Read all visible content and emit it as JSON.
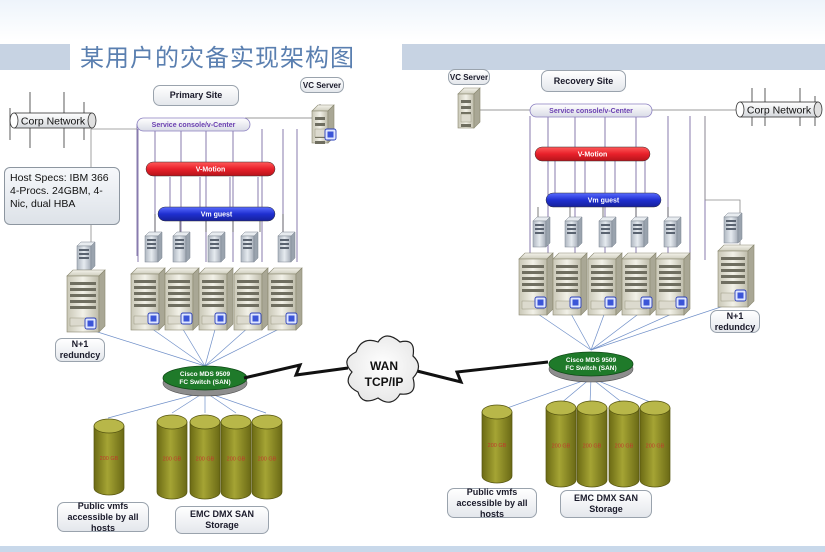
{
  "title": "某用户的灾备实现架构图",
  "primary": {
    "site_label": "Primary Site",
    "vc_server_label": "VC Server",
    "corp_network_label": "Corp Network",
    "service_console_label": "Service console/v-Center",
    "vmotion_label": "V-Motion",
    "vm_guest_label": "Vm guest",
    "host_specs": "Host Specs: IBM 366 4-Procs. 24GBM, 4-Nic, dual HBA",
    "n1_label": "N+1 redundcy",
    "switch_label_1": "Cisco MDS 9509",
    "switch_label_2": "FC Switch (SAN)",
    "public_vmfs_label": "Public vmfs accessible by all hosts",
    "emc_label": "EMC DMX SAN Storage",
    "disk_labels": [
      "200 GB",
      "200 GB",
      "200 GB",
      "200 GB",
      "200 GB"
    ]
  },
  "wan": {
    "line1": "WAN",
    "line2": "TCP/IP"
  },
  "recovery": {
    "site_label": "Recovery Site",
    "vc_server_label": "VC Server",
    "corp_network_label": "Corp Network",
    "service_console_label": "Service console/v-Center",
    "vmotion_label": "V-Motion",
    "vm_guest_label": "Vm guest",
    "n1_label": "N+1 redundcy",
    "switch_label_1": "Cisco MDS 9509",
    "switch_label_2": "FC Switch (SAN)",
    "public_vmfs_label": "Public vmfs accessible by all hosts",
    "emc_label": "EMC DMX SAN Storage",
    "disk_labels": [
      "200 GB",
      "200 GB",
      "200 GB",
      "200 GB",
      "200 GB"
    ]
  },
  "colors": {
    "vmotion": "#e8202a",
    "vm_guest": "#1f2fd0",
    "switch": "#1f7a2a",
    "disk": "#8b8a22",
    "disk_label": "#c0392b",
    "title": "#5a7fb0"
  }
}
